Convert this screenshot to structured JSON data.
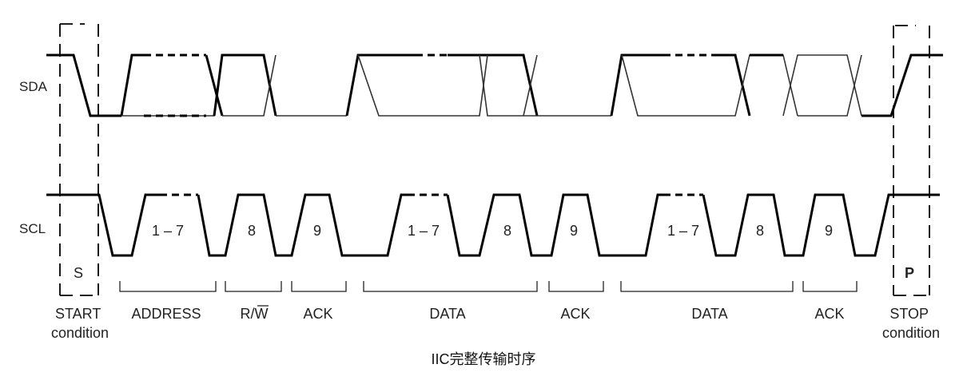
{
  "signals": {
    "sda": "SDA",
    "scl": "SCL"
  },
  "markers": {
    "start_symbol": "S",
    "stop_symbol": "P"
  },
  "bit_labels": {
    "address_bits": "1 – 7",
    "rw_bit": "8",
    "ack_bit_1": "9",
    "data1_bits": "1 – 7",
    "data1_bit8": "8",
    "ack_bit_2": "9",
    "data2_bits": "1 – 7",
    "data2_bit8": "8",
    "ack_bit_3": "9"
  },
  "fields": {
    "start": [
      "START",
      "condition"
    ],
    "address": "ADDRESS",
    "rw": "R/W",
    "ack1": "ACK",
    "data1": "DATA",
    "ack2": "ACK",
    "data2": "DATA",
    "ack3": "ACK",
    "stop": [
      "STOP",
      "condition"
    ]
  },
  "caption": "IIC完整传输时序"
}
